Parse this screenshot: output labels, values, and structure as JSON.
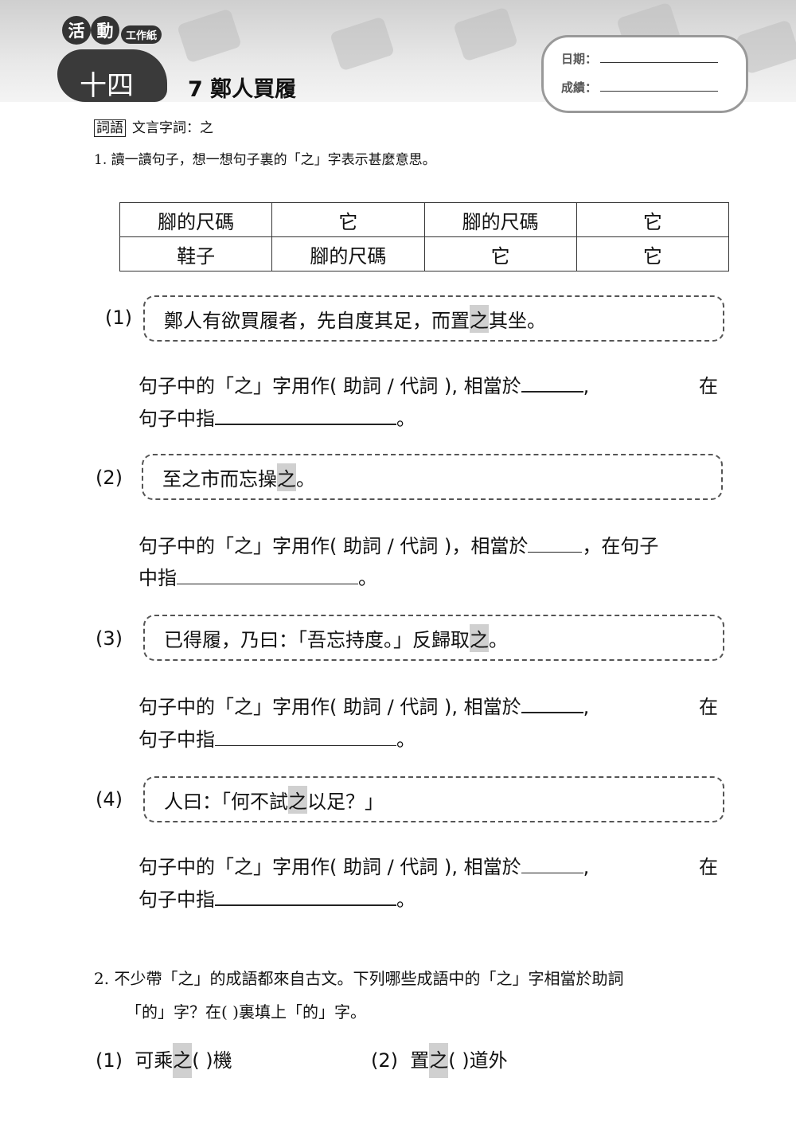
{
  "header": {
    "badge_chars": [
      "活",
      "動"
    ],
    "badge_sub": "工作紙",
    "chapter": "十四",
    "lesson_title": "7  鄭人買履",
    "date_label": "日期：",
    "score_label": "成績："
  },
  "vocab": {
    "tag": "詞語",
    "text": "文言字詞：之"
  },
  "q1": {
    "prompt": "1.  讀一讀句子，想一想句子裏的「之」字表示甚麼意思。",
    "word_bank": [
      [
        "腳的尺碼",
        "它",
        "腳的尺碼",
        "它"
      ],
      [
        "鞋子",
        "腳的尺碼",
        "它",
        "它"
      ]
    ],
    "items": [
      {
        "num": "(1)",
        "pre": "鄭人有欲買履者，先自度其足，而置",
        "hl": "之",
        "post": "其坐。",
        "line1": "句子中的「之」字用作(  助詞  /  代詞  ), 相當於",
        "comma": ",",
        "tail": "在",
        "line2": "句子中指",
        "end": "。"
      },
      {
        "num": "(2)",
        "pre": "至之市而忘操",
        "hl": "之",
        "post": "。",
        "line1": "句子中的「之」字用作(  助詞  /  代詞  )，相當於",
        "tail": "，在句子",
        "line2": "中指",
        "end": "。"
      },
      {
        "num": "(3)",
        "pre": "已得履，乃曰：「吾忘持度。」反歸取",
        "hl": "之",
        "post": "。",
        "line1": "句子中的「之」字用作(  助詞  /  代詞  ), 相當於",
        "comma": ",",
        "tail": "在",
        "line2": "句子中指",
        "end": "。"
      },
      {
        "num": "(4)",
        "pre": "人曰：「何不試",
        "hl": "之",
        "post": "以足？」",
        "line1": "句子中的「之」字用作(  助詞  /  代詞  ), 相當於",
        "comma": ",",
        "tail": "在",
        "line2": "句子中指",
        "end": "。"
      }
    ]
  },
  "q2": {
    "line1": "2.  不少帶「之」的成語都來自古文。下列哪些成語中的「之」字相當於助詞",
    "line2": "「的」字？在(    )裏填上「的」字。",
    "idioms": [
      {
        "num": "(1)",
        "pre": "可乘",
        "hl": "之",
        "post": "(        )機"
      },
      {
        "num": "(2)",
        "pre": "置",
        "hl": "之",
        "post": "(        )道外"
      }
    ]
  }
}
